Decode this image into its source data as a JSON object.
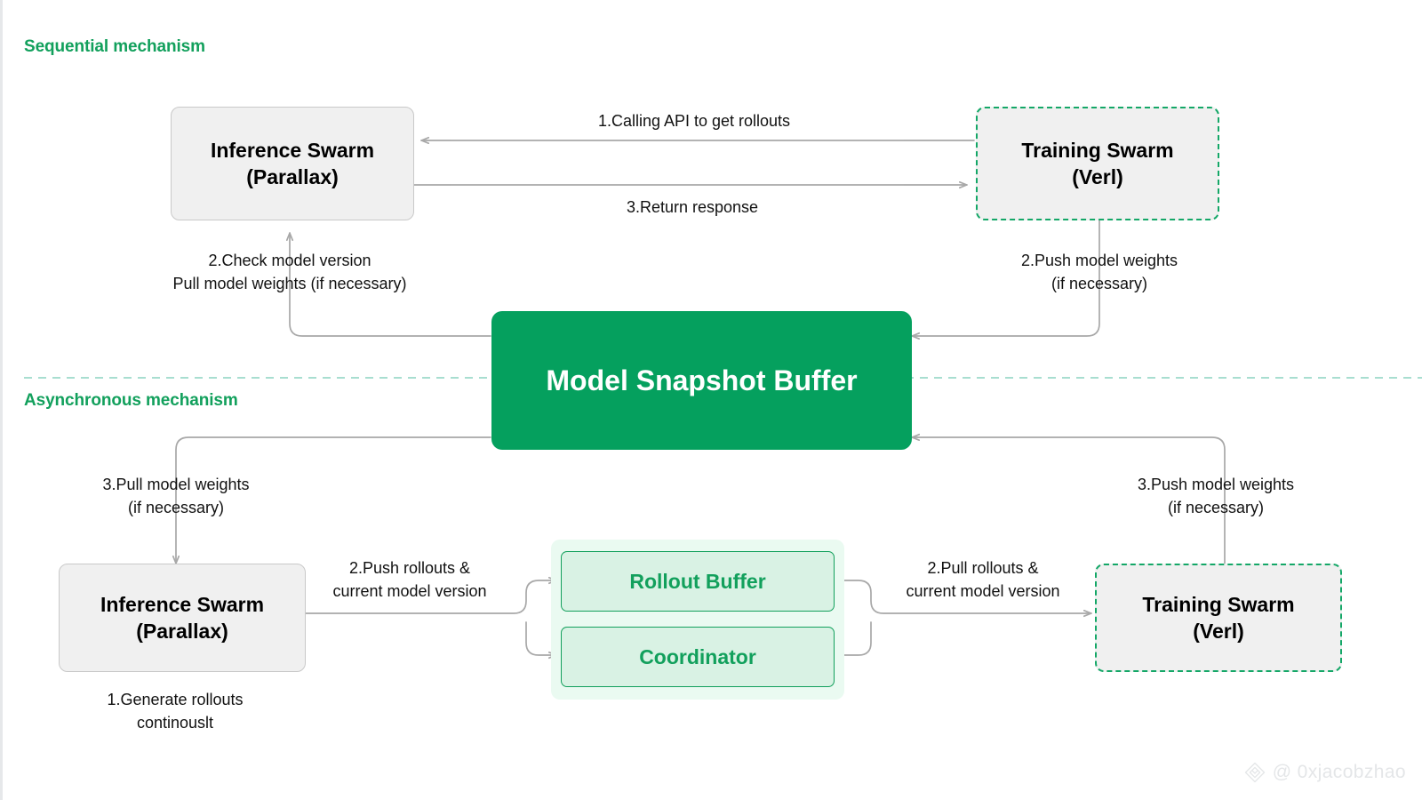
{
  "diagram": {
    "sections": {
      "sequential": "Sequential mechanism",
      "asynchronous": "Asynchronous mechanism"
    },
    "colors": {
      "accent_green": "#12a05c",
      "buffer_fill": "#05a05e",
      "node_fill": "#f0f0f0",
      "node_border": "#c9c9c9",
      "dashed_border": "#14a767",
      "panel_fill": "#eafaf1",
      "sub_fill": "#d9f2e4",
      "edge_stroke": "#aaaaaa",
      "divider": "#a8ded0",
      "watermark": "#e4e6e8"
    },
    "nodes": {
      "seq_inference": "Inference Swarm\n(Parallax)",
      "seq_training": "Training Swarm\n(Verl)",
      "snapshot_buffer": "Model Snapshot Buffer",
      "async_inference": "Inference Swarm\n(Parallax)",
      "async_training": "Training Swarm\n(Verl)",
      "rollout_buffer": "Rollout Buffer",
      "coordinator": "Coordinator"
    },
    "edge_labels": {
      "calling_api": "1.Calling API to get rollouts",
      "return_response": "3.Return response",
      "check_model_version": "2.Check model version\nPull model weights (if necessary)",
      "push_model_weights_seq": "2.Push model weights\n(if necessary)",
      "pull_model_weights_async": "3.Pull model weights\n(if necessary)",
      "push_model_weights_async": "3.Push model weights\n(if necessary)",
      "generate_rollouts": "1.Generate rollouts\ncontinouslt",
      "push_rollouts": "2.Push rollouts &\ncurrent model version",
      "pull_rollouts": "2.Pull rollouts &\ncurrent model version"
    },
    "watermark": {
      "handle": "@ 0xjacobzhao",
      "icon": "diamond-logo-icon"
    }
  }
}
